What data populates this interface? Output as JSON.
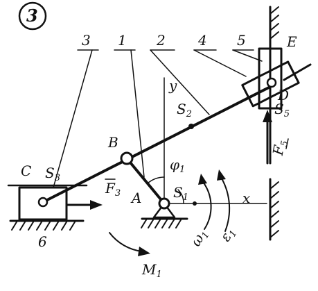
{
  "figure_number": "3",
  "labels": {
    "link_3": "3",
    "link_1": "1",
    "link_2": "2",
    "link_4": "4",
    "link_5": "5",
    "point_E": "E",
    "point_D": "D",
    "S5": "S",
    "S5_sub": "5",
    "axis_y": "y",
    "S2": "S",
    "S2_sub": "2",
    "point_B": "B",
    "phi1": "φ",
    "phi1_sub": "1",
    "point_C": "C",
    "S3": "S",
    "S3_sub": "3",
    "F3": "F",
    "F3_sub": "3",
    "point_A": "A",
    "S1": "S",
    "S1_sub": "1",
    "axis_x": "x",
    "F5": "F",
    "F5_sub": "5",
    "omega1": "ω",
    "omega1_sub": "1",
    "eps1": "ε",
    "eps1_sub": "1",
    "link_6": "6",
    "M1": "M",
    "M1_sub": "1"
  }
}
